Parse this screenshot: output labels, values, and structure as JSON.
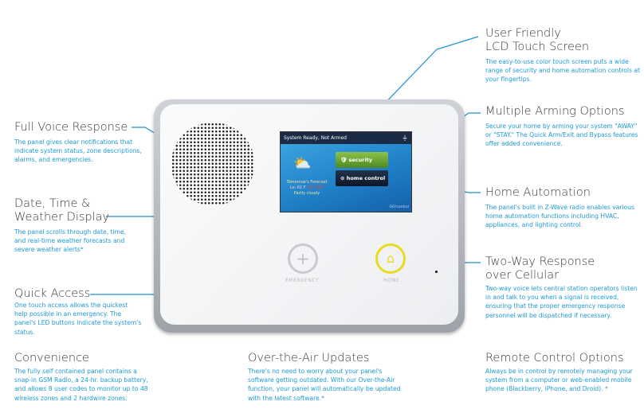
{
  "features": [
    {
      "title": "User Friendly\nLCD Touch Screen",
      "desc": "The easy-to-use color touch screen puts a wide range of security and home automation controls at your fingertips."
    },
    {
      "title": "Multiple Arming Options",
      "desc": "Secure your home by arming your system \"AWAY\" or \"STAY.\" The Quick Arm/Exit and Bypass features offer added convenience."
    },
    {
      "title": "Home Automation",
      "desc": "The panel's built in Z-Wave radio enables various home automation functions including HVAC, appliances, and lighting control."
    },
    {
      "title": "Two-Way Response\nover Cellular",
      "desc": "Two-way voice lets central station operators listen in and talk to you when a signal is received, ensuring that the proper emergency response personnel will be dispatched if necessary."
    },
    {
      "title": "Full Voice Response",
      "desc": "The panel gives clear notifications that indicate system status, zone descriptions, alarms, and emergencies."
    },
    {
      "title": "Date, Time &\nWeather Display",
      "desc": "The panel scrolls through date, time, and real-time weather forecasts and severe weather alerts*"
    },
    {
      "title": "Quick Access",
      "desc": "One touch access allows the quickest help possible in an emergency. The panel's LED buttons indicate the system's status."
    },
    {
      "title": "Convenience",
      "desc": "The fully self contained panel contains a snap-in GSM Radio, a 24-hr. backup battery, and allows 8 user codes to monitor up to 48 wireless zones and 2 hardwire zones."
    },
    {
      "title": "Over-the-Air Updates",
      "desc": "There's no need to worry about your panel's software getting outdated. With our Over-the-Air function, your panel will automatically be updated with the latest software.*"
    },
    {
      "title": "Remote Control Options",
      "desc": "Always be in control by remotely managing your system from a computer or web-enabled mobile phone (Blackberry, iPhone, and Droid). *"
    }
  ],
  "screen": {
    "status": "System Ready, Not Armed",
    "forecast_label": "Tomorrow's Forecast",
    "lo": "Lo: 61 F",
    "hi": "Hi: 93 F",
    "condition": "Partly cloudy",
    "security_label": "security",
    "home_control_label": "home control",
    "brand": "GO!control"
  },
  "buttons": {
    "emergency": "EMERGENCY",
    "home": "HOME"
  },
  "colors": {
    "accent": "#1d9ad8",
    "home_led": "#e6dc1e"
  }
}
